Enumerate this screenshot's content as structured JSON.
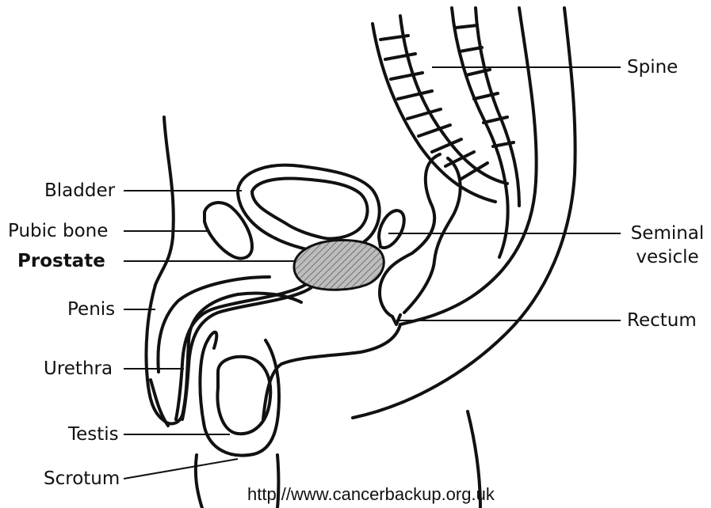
{
  "labels": {
    "bladder": "Bladder",
    "pubic_bone": "Pubic bone",
    "prostate": "Prostate",
    "penis": "Penis",
    "urethra": "Urethra",
    "testis": "Testis",
    "scrotum": "Scrotum",
    "spine": "Spine",
    "seminal_vesicle_line1": "Seminal",
    "seminal_vesicle_line2": "vesicle",
    "rectum": "Rectum"
  },
  "source_url": "http://www.cancerbackup.org.uk"
}
